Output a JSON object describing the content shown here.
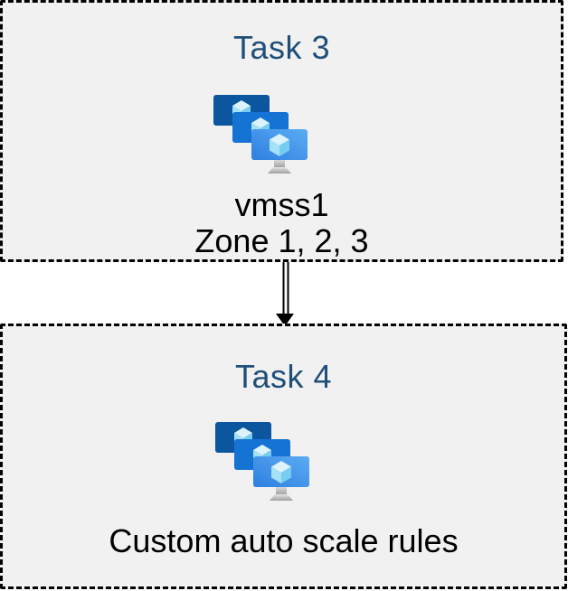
{
  "diagram": {
    "background_color": "#ffffff",
    "box_fill_color": "#f1f1f1",
    "box_border_color": "#000000",
    "title_color": "#1f4e79",
    "body_text_color": "#000000",
    "boxes": [
      {
        "title": "Task 3",
        "icon": "vm-scale-sets-icon",
        "lines": [
          "vmss1",
          "Zone 1, 2, 3"
        ]
      },
      {
        "title": "Task 4",
        "icon": "vm-scale-sets-icon",
        "lines": [
          "Custom auto scale rules"
        ]
      }
    ],
    "connector": {
      "style": "double-line-arrow",
      "direction": "down",
      "color": "#000000"
    },
    "icon_colors": {
      "monitor_back": "#0b569f",
      "monitor_middle": "#1573d4",
      "monitor_front_gradient_start": "#2e7fe0",
      "monitor_front_gradient_end": "#5bacf3",
      "cube_top_face": "#dcf3fc",
      "cube_left_face": "#a5e2f8",
      "cube_right_face": "#77ccf2",
      "stand_gradient_start": "#e0e0e0",
      "stand_gradient_end": "#9e9e9e"
    }
  }
}
